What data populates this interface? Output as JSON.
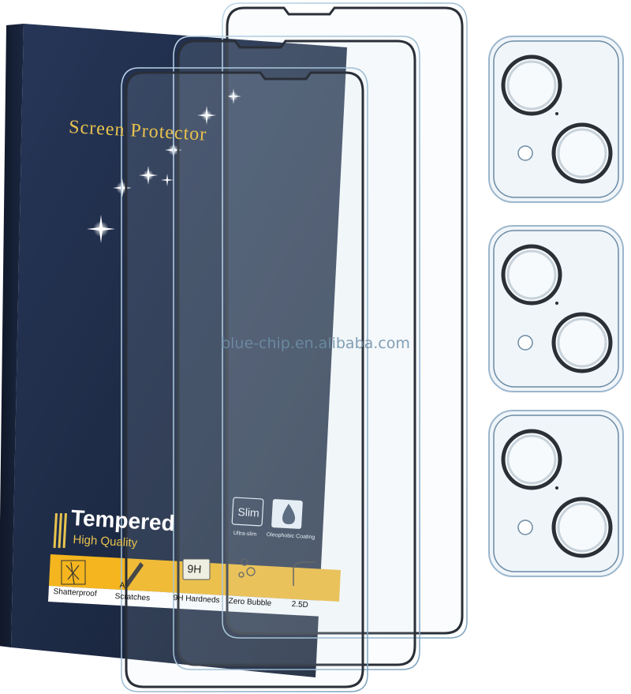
{
  "watermark": "blue-chip.en.alibaba.com",
  "box": {
    "title": "Screen Protector",
    "tempered": "Tempered",
    "quality": "High Quality",
    "slim_badge": "Slim",
    "hardness_badge": "9H",
    "features": {
      "ultra_slim": "Ultra-slim",
      "oleophobic": "Oleophobic Coating",
      "shatterproof": "Shatterproof",
      "anti_scratches_top": "A",
      "anti_scratches_bottom": "Scratches",
      "hardness": "9H Hardneds",
      "zero_bubble": "Zero Bubble",
      "edge": "2.5D"
    }
  },
  "colors": {
    "box_navy": "#1d2a44",
    "gold": "#e8c34e",
    "feature_band": "#f4b51e",
    "lens_ring": "#2b2f36"
  },
  "products": {
    "screen_protector_count": 3,
    "camera_protector_count": 3
  }
}
